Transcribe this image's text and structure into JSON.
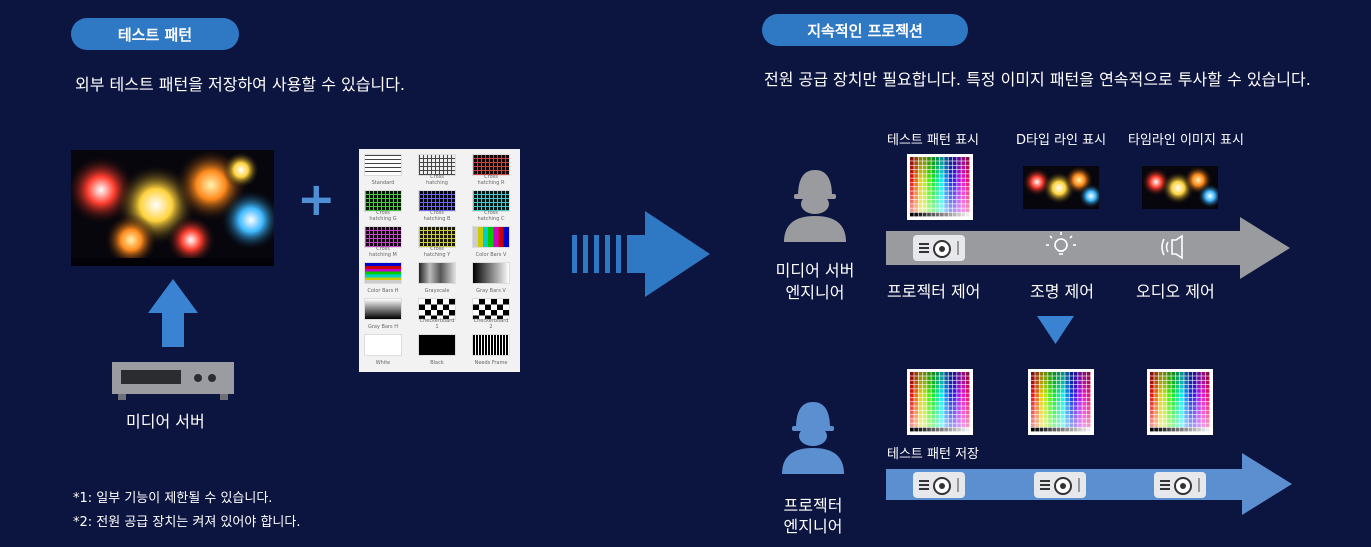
{
  "left": {
    "title": "테스트 패턴",
    "description": "외부 테스트 패턴을 저장하여 사용할 수 있습니다.",
    "server_label": "미디어 서버",
    "plus_symbol": "+",
    "patterns": [
      {
        "label": "Standard"
      },
      {
        "label": "Cross hatching"
      },
      {
        "label": "Cross hatching R"
      },
      {
        "label": "Cross hatching G"
      },
      {
        "label": "Cross hatching B"
      },
      {
        "label": "Cross hatching C"
      },
      {
        "label": "Cross hatching M"
      },
      {
        "label": "Cross hatching Y"
      },
      {
        "label": "Color Bars V"
      },
      {
        "label": "Color Bars H"
      },
      {
        "label": "Grayscale"
      },
      {
        "label": "Gray Bars V"
      },
      {
        "label": "Gray Bars H"
      },
      {
        "label": "Checkerboard 1"
      },
      {
        "label": "Checkerboard 2"
      },
      {
        "label": "White"
      },
      {
        "label": "Black"
      },
      {
        "label": "Needs Frame"
      }
    ],
    "notes": [
      "*1: 일부 기능이 제한될 수 있습니다.",
      "*2: 전원 공급 장치는 켜져 있어야 합니다."
    ]
  },
  "right": {
    "title": "지속적인 프로젝션",
    "description": "전원 공급 장치만 필요합니다. 특정 이미지 패턴을 연속적으로 투사할 수 있습니다.",
    "top_captions": [
      "테스트 패턴 표시",
      "D타입 라인 표시",
      "타임라인 이미지 표시"
    ],
    "top_controls": [
      "프로젝터 제어",
      "조명 제어",
      "오디오 제어"
    ],
    "media_engineer": [
      "미디어 서버",
      "엔지니어"
    ],
    "projector_engineer": [
      "프로젝터",
      "엔지니어"
    ],
    "bottom_caption": "테스트 패턴 저장"
  },
  "colors": {
    "background": "#0c1440",
    "accent_blue": "#2e78c4",
    "arrow_gray": "#9a9b9f",
    "arrow_blue": "#5b8fd0"
  },
  "icons": [
    "fireworks-image",
    "media-server-icon",
    "pattern-sheet",
    "projector-icon",
    "light-bulb-icon",
    "speaker-icon",
    "engineer-icon",
    "down-triangle-icon"
  ]
}
